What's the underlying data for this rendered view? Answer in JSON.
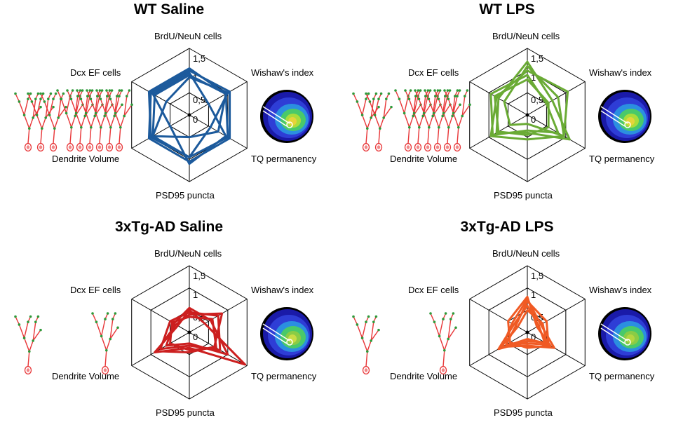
{
  "axes": [
    "BrdU/NeuN cells",
    "Wishaw's index",
    "TQ permanency",
    "PSD95 puncta",
    "Dendrite Volume",
    "Dcx EF cells"
  ],
  "ticks": [
    "1,5",
    "1",
    "0,5",
    "0"
  ],
  "icons": [
    "neuron-sketch-icon",
    "water-maze-heatmap-icon"
  ],
  "colors": {
    "neuron": "#e8383a",
    "spine": "#2e9a3a",
    "grid": "#000000"
  },
  "chart_data": [
    {
      "type": "radar",
      "title": "WT Saline",
      "axes": [
        "BrdU/NeuN cells",
        "Wishaw's index",
        "TQ permanency",
        "PSD95 puncta",
        "Dendrite Volume",
        "Dcx EF cells"
      ],
      "rmax": 1.5,
      "ticks": [
        0,
        0.5,
        1,
        1.5
      ],
      "color": "#1c5a9c",
      "series": [
        {
          "values": [
            1.0,
            1.05,
            1.05,
            1.05,
            1.05,
            1.0
          ]
        },
        {
          "values": [
            1.05,
            0.95,
            1.0,
            0.95,
            1.0,
            1.05
          ]
        },
        {
          "values": [
            0.9,
            0.95,
            0.75,
            0.5,
            0.95,
            0.9
          ]
        },
        {
          "values": [
            0.95,
            0.5,
            0.95,
            1.1,
            0.5,
            0.95
          ]
        },
        {
          "values": [
            0.85,
            1.0,
            0.55,
            0.95,
            0.95,
            0.6
          ]
        }
      ]
    },
    {
      "type": "radar",
      "title": "WT LPS",
      "axes": [
        "BrdU/NeuN cells",
        "Wishaw's index",
        "TQ permanency",
        "PSD95 puncta",
        "Dendrite Volume",
        "Dcx EF cells"
      ],
      "rmax": 1.5,
      "ticks": [
        0,
        0.5,
        1,
        1.5
      ],
      "color": "#6aab35",
      "series": [
        {
          "values": [
            1.2,
            0.65,
            1.1,
            0.4,
            0.8,
            0.75
          ]
        },
        {
          "values": [
            1.0,
            1.05,
            0.95,
            0.55,
            0.95,
            0.8
          ]
        },
        {
          "values": [
            0.9,
            0.5,
            0.8,
            0.35,
            0.9,
            0.95
          ]
        },
        {
          "values": [
            1.1,
            0.8,
            0.95,
            0.2,
            0.45,
            0.6
          ]
        },
        {
          "values": [
            0.8,
            0.55,
            0.55,
            0.45,
            0.75,
            0.85
          ]
        }
      ]
    },
    {
      "type": "radar",
      "title": "3xTg-AD Saline",
      "axes": [
        "BrdU/NeuN cells",
        "Wishaw's index",
        "TQ permanency",
        "PSD95 puncta",
        "Dendrite Volume",
        "Dcx EF cells"
      ],
      "rmax": 1.5,
      "ticks": [
        0,
        0.5,
        1,
        1.5
      ],
      "color": "#cc1f1f",
      "series": [
        {
          "values": [
            0.5,
            0.4,
            1.45,
            0.35,
            0.9,
            0.3
          ]
        },
        {
          "values": [
            0.45,
            0.75,
            0.8,
            0.3,
            0.75,
            0.5
          ]
        },
        {
          "values": [
            0.4,
            0.85,
            0.65,
            0.45,
            0.85,
            0.35
          ]
        },
        {
          "values": [
            0.55,
            0.55,
            1.0,
            0.25,
            0.6,
            0.4
          ]
        },
        {
          "values": [
            0.35,
            0.6,
            0.7,
            0.4,
            0.5,
            0.45
          ]
        }
      ]
    },
    {
      "type": "radar",
      "title": "3xTg-AD LPS",
      "axes": [
        "BrdU/NeuN cells",
        "Wishaw's index",
        "TQ permanency",
        "PSD95 puncta",
        "Dendrite Volume",
        "Dcx EF cells"
      ],
      "rmax": 1.5,
      "ticks": [
        0,
        0.5,
        1,
        1.5
      ],
      "color": "#f05a24",
      "series": [
        {
          "values": [
            0.75,
            0.35,
            0.7,
            0.3,
            0.65,
            0.4
          ]
        },
        {
          "values": [
            0.7,
            0.5,
            0.55,
            0.25,
            0.55,
            0.3
          ]
        },
        {
          "values": [
            0.6,
            0.3,
            0.45,
            0.2,
            0.75,
            0.35
          ]
        },
        {
          "values": [
            0.8,
            0.25,
            0.6,
            0.35,
            0.45,
            0.5
          ]
        },
        {
          "values": [
            0.5,
            0.4,
            0.5,
            0.15,
            0.7,
            0.25
          ]
        }
      ]
    }
  ]
}
